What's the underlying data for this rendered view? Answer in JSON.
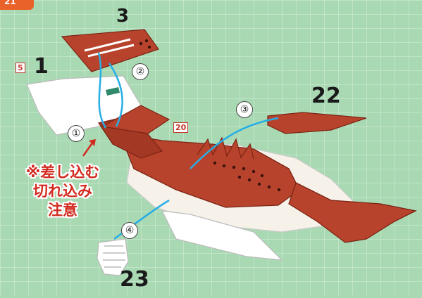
{
  "header": {
    "step_number": "21"
  },
  "parts": {
    "p3": "3",
    "p1": "1",
    "p22": "22",
    "p23": "23",
    "p5_tag": "5",
    "p20_tag": "20"
  },
  "steps": {
    "s1": "①",
    "s2": "②",
    "s3": "③",
    "s4": "④"
  },
  "warning": {
    "line1": "※差し込む",
    "line2": "切れ込み",
    "line3": "注意"
  },
  "colors": {
    "grid_bg": "#a9d9b3",
    "part_red": "#b8432c",
    "guide_line": "#27aee6",
    "warning_text": "#d22a1e"
  }
}
